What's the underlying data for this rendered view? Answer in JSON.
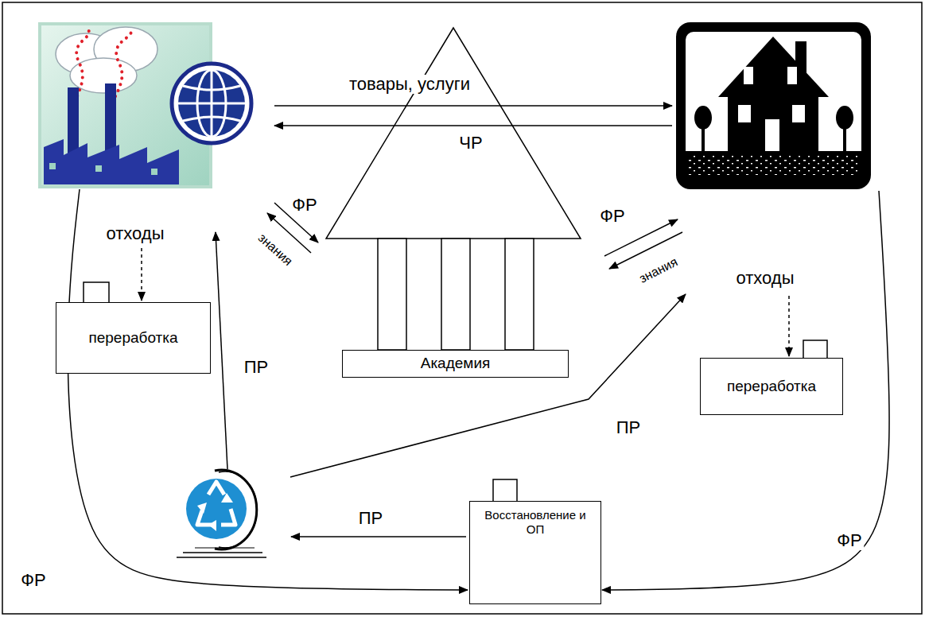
{
  "diagram": {
    "nodes": [
      {
        "text": [
          "Академия"
        ]
      },
      {
        "text": [
          "переработка"
        ]
      },
      {
        "text": [
          "переработка"
        ]
      },
      {
        "text": [
          "Восстановление и ОП"
        ]
      }
    ],
    "labels": [
      "товары, услуги",
      "ЧР",
      "ФР",
      "знания",
      "ФР",
      "знания",
      "отходы",
      "отходы",
      "ПР",
      "ПР",
      "ПР",
      "ФР",
      "ФР"
    ]
  }
}
